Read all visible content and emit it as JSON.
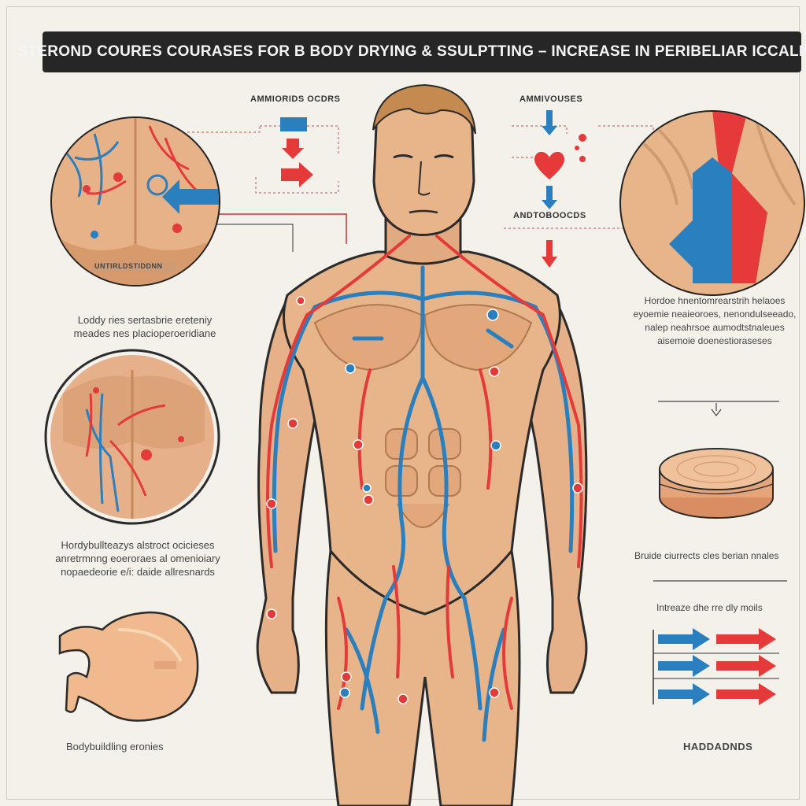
{
  "title": "STEROND COURES COURASES FOR B BODY DRYING & SSULPTTING – INCREASE IN PERIBELIAR ICCALION",
  "labels": {
    "top_left_arrows": "AMMIORIDS OCDRS",
    "top_right_arrows": "AMMIVOUSES",
    "mid_right_arrows": "ANDTOBOOCDS",
    "circle_left_caption": "UNTIRLDSTIDDNN"
  },
  "paragraphs": {
    "left_upper": [
      "Loddy ries sertasbrie ereteniy",
      "meades nes placioperoeridiane"
    ],
    "left_lower": [
      "Hordybullteazys alstroct ocicieses",
      "anretrmnng eoeroraes al omenioiary",
      "nopaedeorie e/i: daide allresnards"
    ],
    "right_upper": [
      "Hordoe hnentomrearstrih helaoes",
      "eyoemie neaieoroes, nenondulseeado,",
      "nalep neahrsoe aumodtstnaleues",
      "aisemoie doenestioraseses"
    ],
    "right_mid": "Bruide ciurrects cles berian nnales",
    "right_lower": "Intreaze dhe rre dly moils"
  },
  "captions": {
    "bottom_left": "Bodybuildling eronies",
    "bottom_right": "HADDADNDS"
  },
  "colors": {
    "skin": "#e8b48a",
    "skin_shade": "#d39a6e",
    "vein": "#2a7fbf",
    "artery": "#e63a3a",
    "outline": "#2b2b2b",
    "background": "#f3f1ea"
  }
}
